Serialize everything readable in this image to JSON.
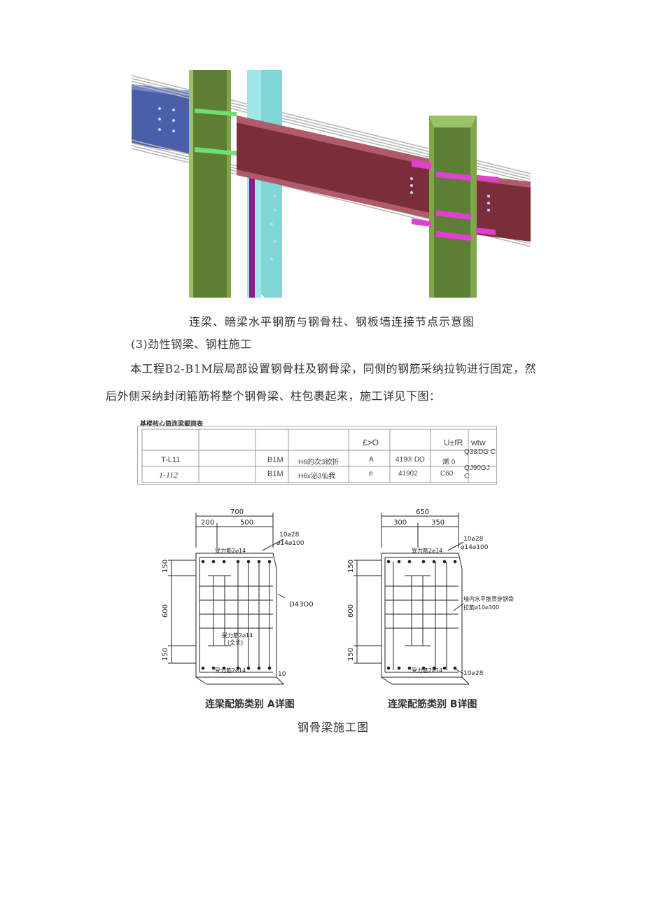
{
  "figure1": {
    "caption": "连梁、暗梁水平钢筋与钢骨柱、钢板墙连接节点示意图"
  },
  "section": {
    "heading": "(3)劲性钢梁、钢柱施工",
    "para_line1": "本工程B2-B1M层局部设置钢骨柱及钢骨梁，同侧的钢筋采纳拉钩进行固定，然",
    "para_line2": "后外侧采纳封闭箍筋将整个钢骨梁、柱包裹起来，施工详见下图："
  },
  "table": {
    "title": "基楼核心筒连梁截面表",
    "headers": [
      "",
      "",
      "",
      "",
      "£>O",
      "",
      "U±fR",
      "wtw"
    ],
    "rows": [
      [
        "T-L11",
        "",
        "B1M",
        "H6的次3欲折",
        "A",
        "419® DO",
        "烯 0",
        "Q3&DG C"
      ],
      [
        "1-112",
        "",
        "B1M",
        "H6x泌3仙我",
        "e",
        "41902",
        "C60",
        "QJ90GJ C"
      ]
    ]
  },
  "detailA": {
    "dim_total": "700",
    "dim_left": "200",
    "dim_right": "500",
    "dim_top": "150",
    "dim_mid": "600",
    "dim_bot": "150",
    "rebar_top": "10⌀28",
    "stirrup": "⌀14⌀100",
    "label_top": "受力筋2⌀14",
    "label_mid": "受力筋2⌀14",
    "label_mid2": "(全长)",
    "label_bot": "受力筋2⌀14",
    "side_note": "D43O0",
    "bot_mark": "10",
    "title": "连梁配筋类别 A详图"
  },
  "detailB": {
    "dim_total": "650",
    "dim_left": "300",
    "dim_right": "350",
    "dim_top": "150",
    "dim_mid": "600",
    "dim_bot": "150",
    "rebar_top": "10⌀28",
    "stirrup": "⌀14⌀100",
    "label_top": "受力筋2⌀14",
    "label_bot": "受力筋2⌀14",
    "side_note1": "墙内水平筋贯穿钢骨",
    "side_note2": "拉筋⌀10⌀300",
    "rebar_bot": "10⌀28",
    "title": "连梁配筋类别 B详图"
  },
  "figure2": {
    "caption": "钢骨梁施工图"
  },
  "colors": {
    "green_column": "#7fa64a",
    "red_beam": "#7a2e3a",
    "blue_beam": "#4a5fa8",
    "cyan_wall": "#7fd6d6",
    "magenta_plate": "#e040d0",
    "rebar": "#bfbfbf"
  }
}
